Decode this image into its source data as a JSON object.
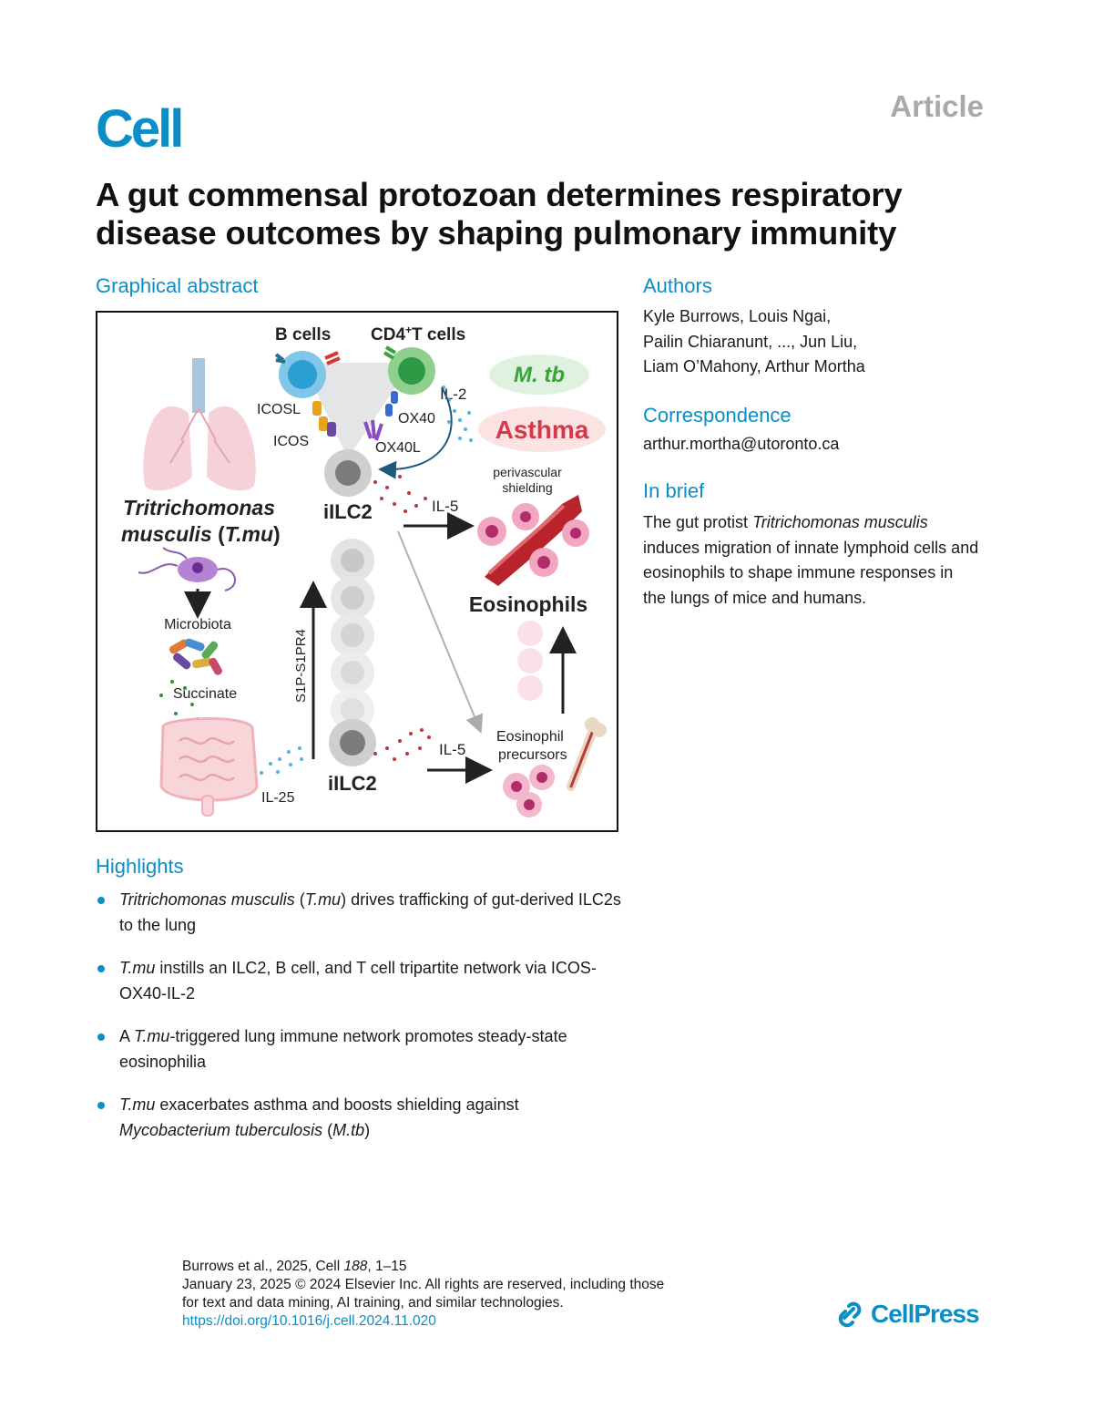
{
  "header": {
    "journal": "Cell",
    "article_type": "Article"
  },
  "title": "A gut commensal protozoan determines respiratory disease outcomes by shaping pulmonary immunity",
  "graphical_abstract": {
    "heading": "Graphical abstract",
    "labels": {
      "b_cells": "B cells",
      "cd4_t_cells": "CD4",
      "cd4_sup": "+",
      "t_cells": "T cells",
      "il2": "IL-2",
      "mtb": "M. tb",
      "asthma": "Asthma",
      "icosl": "ICOSL",
      "icos": "ICOS",
      "ox40": "OX40",
      "ox40l": "OX40L",
      "perivascular": "perivascular",
      "shielding": "shielding",
      "tmu_line1": "Tritrichomonas",
      "tmu_line2": "musculis",
      "tmu_abbrev": "T.mu",
      "ilc2_top": "iILC2",
      "il5_top": "IL-5",
      "eosinophils": "Eosinophils",
      "microbiota": "Microbiota",
      "s1p": "S1P-S1PR4",
      "succinate": "Succinate",
      "eos_prec_1": "Eosinophil",
      "eos_prec_2": "precursors",
      "il5_bottom": "IL-5",
      "ilc2_bottom": "iILC2",
      "il25": "IL-25"
    }
  },
  "authors": {
    "heading": "Authors",
    "lines": [
      "Kyle Burrows, Louis Ngai,",
      "Pailin Chiaranunt, ..., Jun Liu,",
      "Liam O’Mahony, Arthur Mortha"
    ]
  },
  "correspondence": {
    "heading": "Correspondence",
    "email": "arthur.mortha@utoronto.ca"
  },
  "in_brief": {
    "heading": "In brief",
    "pre": "The gut protist ",
    "species": "Tritrichomonas musculis",
    "post": " induces migration of innate lymphoid cells and eosinophils to shape immune responses in the lungs of mice and humans."
  },
  "highlights": {
    "heading": "Highlights",
    "items": [
      {
        "a": "Tritrichomonas musculis",
        "b": " (",
        "c": "T.mu",
        "d": ") drives trafficking of gut-derived ILC2s to the lung"
      },
      {
        "a": "T.mu",
        "b": " instills an ILC2, B cell, and T cell tripartite network via ICOS-OX40-IL-2",
        "c": "",
        "d": ""
      },
      {
        "a": "",
        "b": "A ",
        "c": "T.mu",
        "d": "-triggered lung immune network promotes steady-state eosinophilia"
      },
      {
        "a": "T.mu",
        "b": " exacerbates asthma and boosts shielding against ",
        "c": "Mycobacterium tuberculosis",
        "d": " (",
        "e": "M.tb",
        "f": ")"
      }
    ]
  },
  "footer": {
    "citation_pre": "Burrows et al., 2025, Cell ",
    "volume": "188",
    "pages": ", 1–15",
    "line2": "January 23, 2025 © 2024 Elsevier Inc. All rights are reserved, including those",
    "line3": "for text and data mining, AI training, and similar technologies.",
    "doi": "https://doi.org/10.1016/j.cell.2024.11.020"
  },
  "publisher": "CellPress",
  "colors": {
    "brand_blue": "#0b8ec7",
    "article_grey": "#a7a9ac",
    "mtb_green": "#3aa33a",
    "asthma_red": "#d6384a"
  }
}
